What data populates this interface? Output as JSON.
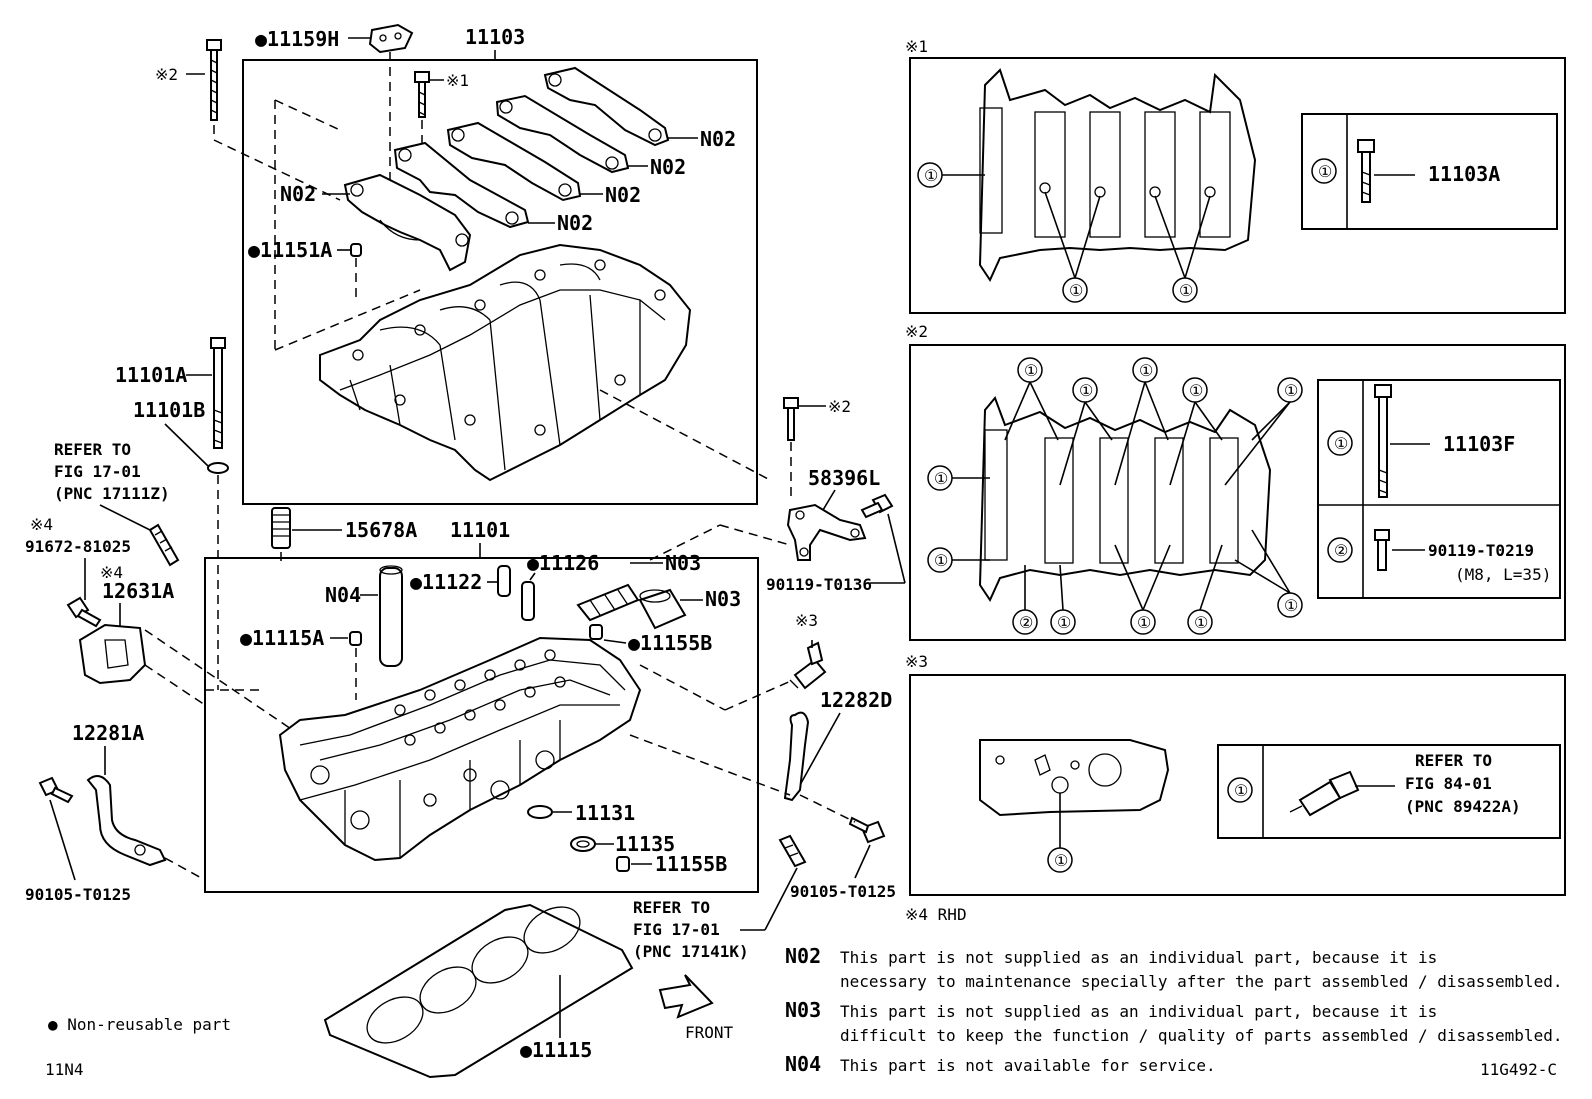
{
  "labels": {
    "p11159H": "●11159H",
    "p11103": "11103",
    "x2_top": "※2",
    "x1_top": "※1",
    "n02_a": "N02",
    "n02_b": "N02",
    "n02_c": "N02",
    "n02_d": "N02",
    "n02_e": "N02",
    "p11151A": "●11151A",
    "p11101A": "11101A",
    "p11101B": "11101B",
    "refer1_l1": "REFER TO",
    "refer1_l2": "FIG 17-01",
    "refer1_l3": "(PNC 17111Z)",
    "x4_a": "※4",
    "p91672": "91672-81025",
    "x4_b": "※4",
    "p12631A": "12631A",
    "p15678A": "15678A",
    "p11101": "11101",
    "p11122": "●11122",
    "p11126": "●11126",
    "n03_a": "N03",
    "n03_b": "N03",
    "n04": "N04",
    "p11115A": "●11115A",
    "p11155B_a": "●11155B",
    "p12281A": "12281A",
    "p11131": "11131",
    "p11135": "11135",
    "p11155B_b": "11155B",
    "p90105_a": "90105-T0125",
    "p90105_b": "90105-T0125",
    "x2_mid": "※2",
    "p58396L": "58396L",
    "p90119_T0136": "90119-T0136",
    "x3_mid": "※3",
    "p12282D": "12282D",
    "refer2_l1": "REFER TO",
    "refer2_l2": "FIG 17-01",
    "refer2_l3": "(PNC 17141K)",
    "front": "FRONT",
    "p11115": "●11115",
    "legend_nonreuse": "● Non-reusable part",
    "code_left": "11N4",
    "code_right": "11G492-C"
  },
  "panels": {
    "panel1": {
      "tag": "※1",
      "ref": "①",
      "part": "11103A"
    },
    "panel2": {
      "tag": "※2",
      "ref1": "①",
      "ref2": "②",
      "part1": "11103F",
      "part2": "90119-T0219",
      "part2_spec": "(M8, L=35)"
    },
    "panel3": {
      "tag": "※3",
      "ref": "①",
      "refer_l1": "REFER TO",
      "refer_l2": "FIG 84-01",
      "refer_l3": "(PNC 89422A)"
    },
    "x4_note": "※4 RHD"
  },
  "notes": [
    {
      "code": "N02",
      "line1": "This part is not supplied as an individual part, because it is",
      "line2": "necessary to maintenance specially after the part assembled / disassembled."
    },
    {
      "code": "N03",
      "line1": "This part is not supplied as an individual part, because it is",
      "line2": "difficult to keep the function / quality of parts assembled / disassembled."
    },
    {
      "code": "N04",
      "line1": "This part is not available for service.",
      "line2": ""
    }
  ]
}
